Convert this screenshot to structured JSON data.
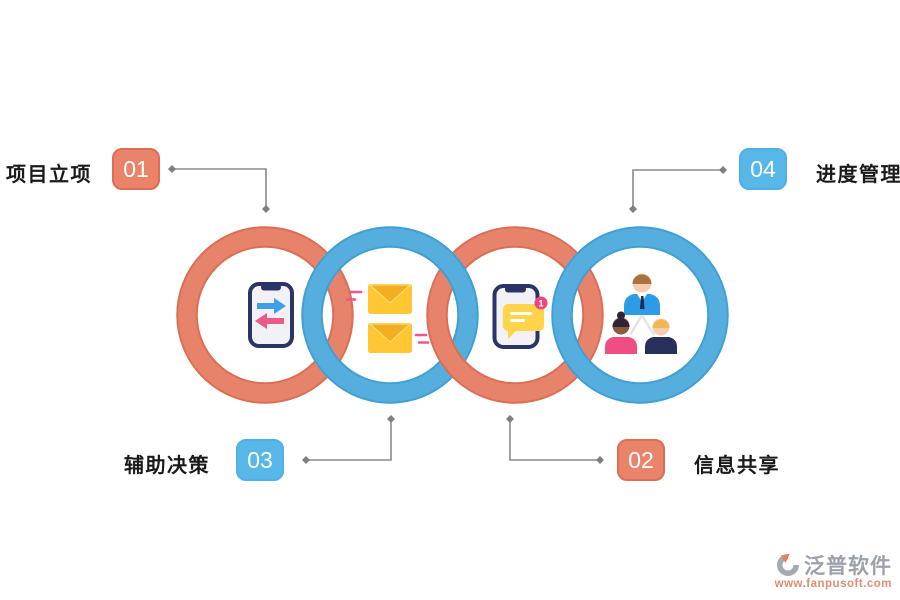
{
  "diagram": {
    "callouts": {
      "top_left": {
        "number": "01",
        "label": "项目立项"
      },
      "bottom_right": {
        "number": "02",
        "label": "信息共享"
      },
      "bottom_left": {
        "number": "03",
        "label": "辅助决策"
      },
      "top_right": {
        "number": "04",
        "label": "进度管理"
      }
    },
    "rings": [
      {
        "step": "01",
        "color": "#E8836B",
        "icon": "phone-transfer-arrows"
      },
      {
        "step": "03",
        "color": "#56AEDE",
        "icon": "mail-envelopes"
      },
      {
        "step": "02",
        "color": "#E8836B",
        "icon": "phone-chat-notification"
      },
      {
        "step": "04",
        "color": "#56AEDE",
        "icon": "team-org"
      }
    ],
    "chat_notification_count": "1",
    "colors": {
      "ring_orange": "#E8836B",
      "ring_orange_edge": "#DB6F54",
      "ring_blue": "#56AEDE",
      "ring_blue_edge": "#41A0D2",
      "badge_orange": "#E9836A",
      "badge_blue": "#57B7E8",
      "connector_gray": "#8A8A8A",
      "label_text": "#1A1A1A"
    }
  },
  "watermark": {
    "brand": "泛普软件",
    "url": "www.fanpusoft.com"
  }
}
